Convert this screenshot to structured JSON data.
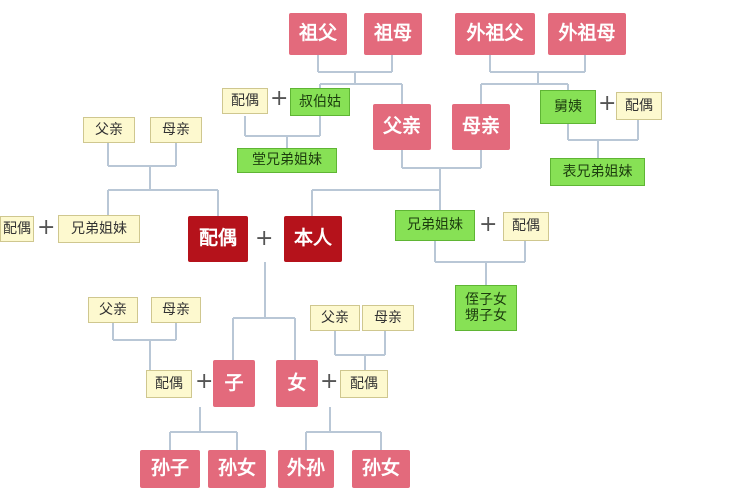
{
  "nodes": {
    "grandfather": "祖父",
    "grandmother": "祖母",
    "maternal_grandfather": "外祖父",
    "maternal_grandmother": "外祖母",
    "father": "父亲",
    "mother": "母亲",
    "uncles_aunts": "叔伯姑",
    "uncles_aunts_spouse": "配偶",
    "paternal_cousins": "堂兄弟姐妹",
    "maternal_uncles_aunts": "舅姨",
    "maternal_uncles_aunts_spouse": "配偶",
    "maternal_cousins": "表兄弟姐妹",
    "spouse_father": "父亲",
    "spouse_mother": "母亲",
    "spouse_siblings": "兄弟姐妹",
    "spouse_siblings_spouse": "配偶",
    "spouse": "配偶",
    "self": "本人",
    "siblings": "兄弟姐妹",
    "siblings_spouse": "配偶",
    "nephews_nieces": "侄子女\n甥子女",
    "son_in_law_father": "父亲",
    "son_in_law_mother": "母亲",
    "daughter_in_law_father": "父亲",
    "daughter_in_law_mother": "母亲",
    "son": "子",
    "son_spouse": "配偶",
    "daughter": "女",
    "daughter_spouse": "配偶",
    "grandson": "孙子",
    "granddaughter": "孙女",
    "daughters_son": "外孙",
    "daughters_daughter": "孙女"
  },
  "plus_sign": "+",
  "colors": {
    "elder_kin": "#e36a7c",
    "self_and_spouse": "#b5121b",
    "collateral_kin": "#87e155",
    "in_laws": "#fdf9cf",
    "connector": "#b9c7d6"
  }
}
